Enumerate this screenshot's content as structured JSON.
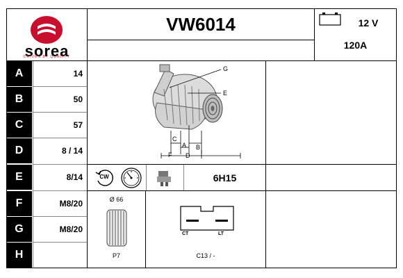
{
  "brand": {
    "name": "sorea",
    "tagline": "DRIVEN BY QUALITY",
    "red": "#c8102e"
  },
  "header": {
    "part_number": "VW6014",
    "voltage": "12 V",
    "amperage": "120A"
  },
  "rows": [
    {
      "letter": "A",
      "value": "14"
    },
    {
      "letter": "B",
      "value": "50"
    },
    {
      "letter": "C",
      "value": "57"
    },
    {
      "letter": "D",
      "value": "8 / 14"
    },
    {
      "letter": "E",
      "value": "8/14"
    },
    {
      "letter": "F",
      "value": "M8/20"
    },
    {
      "letter": "G",
      "value": "M8/20"
    },
    {
      "letter": "H",
      "value": ""
    }
  ],
  "diagram": {
    "labels": {
      "g": "G",
      "e": "E",
      "c": "C",
      "a": "A",
      "b": "B",
      "f": "F",
      "d": "D"
    }
  },
  "specs": {
    "rotation": "CW",
    "belt_code": "6H15",
    "pulley_diameter": "Ø 66",
    "pulley_type": "P7",
    "connector_left": "CT",
    "connector_right": "LT",
    "connector_code": "C13 / -"
  },
  "icons": {
    "rotation": "clockwise-rotation-icon",
    "gauge": "gauge-icon",
    "regulator": "regulator-icon",
    "battery": "battery-icon"
  }
}
